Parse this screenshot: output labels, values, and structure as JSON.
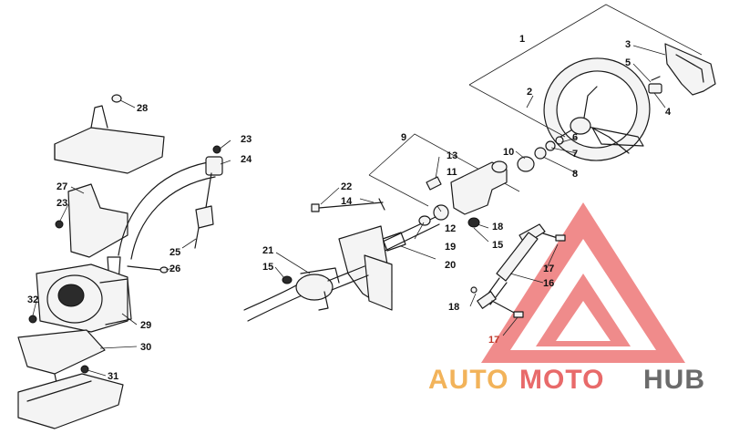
{
  "labels": {
    "n1": "1",
    "n2": "2",
    "n3": "3",
    "n4": "4",
    "n5": "5",
    "n6": "6",
    "n7": "7",
    "n8": "8",
    "n9": "9",
    "n10": "10",
    "n11": "11",
    "n12": "12",
    "n13": "13",
    "n14": "14",
    "n15a": "15",
    "n15b": "15",
    "n16": "16",
    "n17a": "17",
    "n17b": "17",
    "n18a": "18",
    "n18b": "18",
    "n19": "19",
    "n20": "20",
    "n21": "21",
    "n22": "22",
    "n23a": "23",
    "n23b": "23",
    "n24": "24",
    "n25": "25",
    "n26": "26",
    "n27": "27",
    "n28": "28",
    "n29": "29",
    "n30": "30",
    "n31": "31",
    "n32": "32"
  },
  "watermark": {
    "auto": "AUTO",
    "moto": "MOTO",
    "hub": "HUB",
    "colors": {
      "auto": "#f2b35a",
      "moto": "#e86a6a",
      "hub": "#6b6b6b",
      "triangle": "#e85555"
    }
  }
}
